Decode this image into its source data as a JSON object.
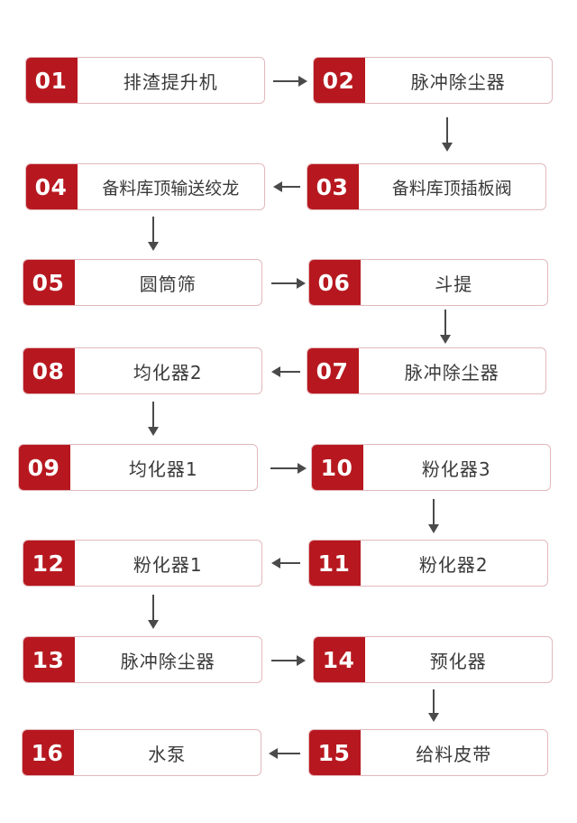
{
  "diagram": {
    "type": "process-flow",
    "colors": {
      "badge": "#b7181f",
      "border": "#e2b9bd",
      "text": "#3a3a3a",
      "arrow": "#4a4a4a"
    },
    "steps": [
      {
        "num": "01",
        "label": "排渣提升机"
      },
      {
        "num": "02",
        "label": "脉冲除尘器"
      },
      {
        "num": "03",
        "label": "备料库顶插板阀"
      },
      {
        "num": "04",
        "label": "备料库顶输送绞龙"
      },
      {
        "num": "05",
        "label": "圆筒筛"
      },
      {
        "num": "06",
        "label": "斗提"
      },
      {
        "num": "07",
        "label": "脉冲除尘器"
      },
      {
        "num": "08",
        "label": "均化器2"
      },
      {
        "num": "09",
        "label": "均化器1"
      },
      {
        "num": "10",
        "label": "粉化器3"
      },
      {
        "num": "11",
        "label": "粉化器2"
      },
      {
        "num": "12",
        "label": "粉化器1"
      },
      {
        "num": "13",
        "label": "脉冲除尘器"
      },
      {
        "num": "14",
        "label": "预化器"
      },
      {
        "num": "15",
        "label": "给料皮带"
      },
      {
        "num": "16",
        "label": "水泵"
      }
    ],
    "flow": [
      "01→02",
      "02→03",
      "03→04",
      "04→05",
      "05→06",
      "06→07",
      "07→08",
      "08→09",
      "09→10",
      "10→11",
      "11→12",
      "12→13",
      "13→14",
      "14→15",
      "15→16"
    ]
  }
}
